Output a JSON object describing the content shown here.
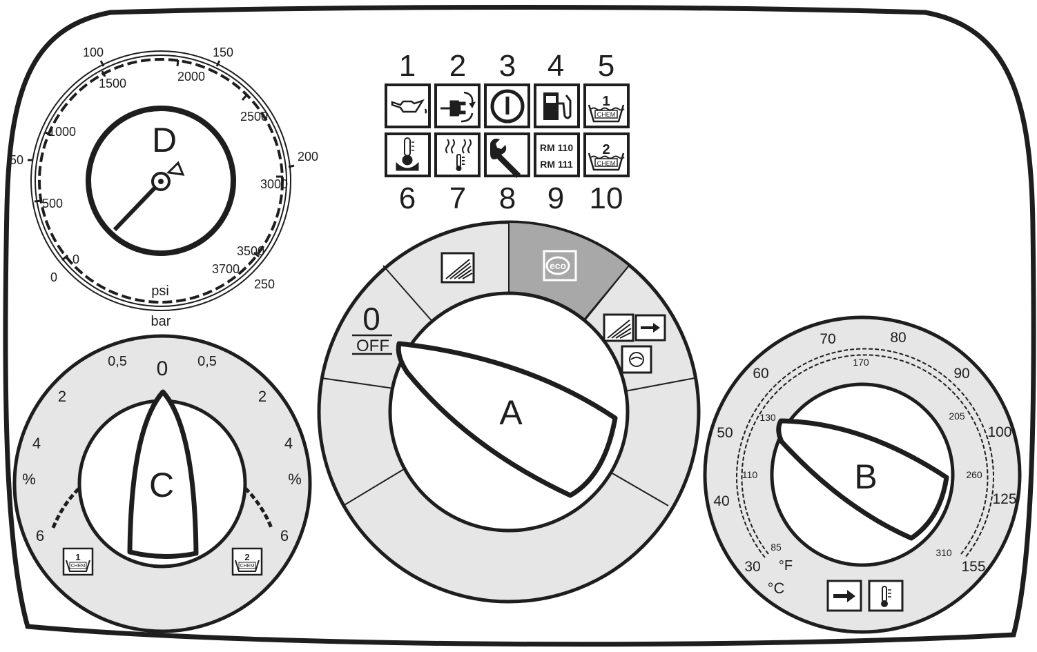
{
  "indicator_lights": {
    "top_numbers": [
      "1",
      "2",
      "3",
      "4",
      "5"
    ],
    "bottom_numbers": [
      "6",
      "7",
      "8",
      "9",
      "10"
    ],
    "icons": [
      "oil-can-icon",
      "power-plug-icon",
      "power-button-icon",
      "fuel-pump-icon",
      "chem-1-icon",
      "flame-temperature-icon",
      "heat-waves-icon",
      "wrench-icon",
      "rm-model-icon",
      "chem-2-icon"
    ],
    "chem1_label": "1",
    "chem2_label": "2",
    "chem_text": "CHEM",
    "rm_line1": "RM 110",
    "rm_line2": "RM 111"
  },
  "gauge_d": {
    "letter": "D",
    "psi_ticks": [
      "0",
      "500",
      "1000",
      "1500",
      "2000",
      "2500",
      "3000",
      "3500",
      "3700"
    ],
    "bar_ticks": [
      "0",
      "50",
      "100",
      "150",
      "200",
      "250"
    ],
    "unit_inner": "psi",
    "unit_outer": "bar"
  },
  "dial_c": {
    "letter": "C",
    "ticks_left": [
      "0,5",
      "2",
      "4",
      "6"
    ],
    "ticks_right": [
      "0,5",
      "2",
      "4",
      "6"
    ],
    "center_tick": "0",
    "percent_left": "%",
    "percent_right": "%",
    "chem1_label": "1",
    "chem2_label": "2",
    "chem_text": "CHEM"
  },
  "dial_a": {
    "letter": "A",
    "off_digit": "0",
    "off_text": "OFF",
    "eco_text": "eco",
    "segment_colors": {
      "normal": "#e6e6e6",
      "selected": "#a8a8a8"
    }
  },
  "dial_b": {
    "letter": "B",
    "celsius_ticks": [
      "30",
      "40",
      "50",
      "60",
      "70",
      "80",
      "90",
      "100",
      "125",
      "155"
    ],
    "fahrenheit_ticks": [
      "85",
      "110",
      "130",
      "170",
      "205",
      "260",
      "310"
    ],
    "celsius_unit": "°C",
    "fahrenheit_unit": "°F"
  }
}
